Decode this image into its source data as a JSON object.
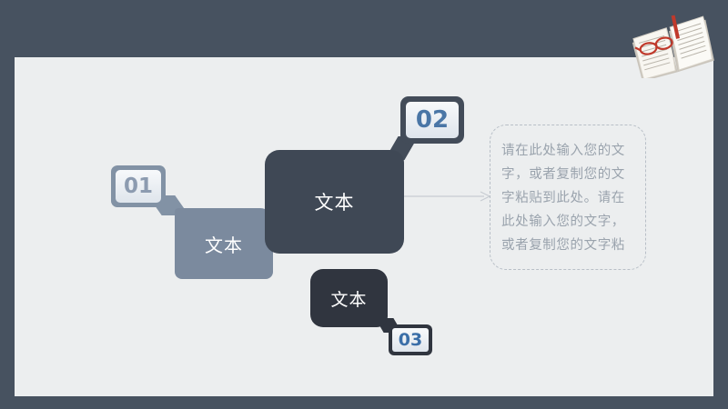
{
  "blocks": [
    {
      "label": "文本"
    },
    {
      "label": "文本"
    },
    {
      "label": "文本"
    }
  ],
  "badges": [
    {
      "number": "01"
    },
    {
      "number": "02"
    },
    {
      "number": "03"
    }
  ],
  "textbox": {
    "text": "请在此处输入您的文字，或者复制您的文字粘贴到此处。请在此处输入您的文字，或者复制您的文字粘"
  },
  "colors": {
    "frame": "#475260",
    "panel": "#eceeef",
    "block_light": "#7b8a9e",
    "block_mid": "#3f4855",
    "block_dark": "#30353f",
    "badge_blue": "#4a76a6"
  },
  "decor": {
    "book_icon": "open-book-with-glasses-icon"
  }
}
